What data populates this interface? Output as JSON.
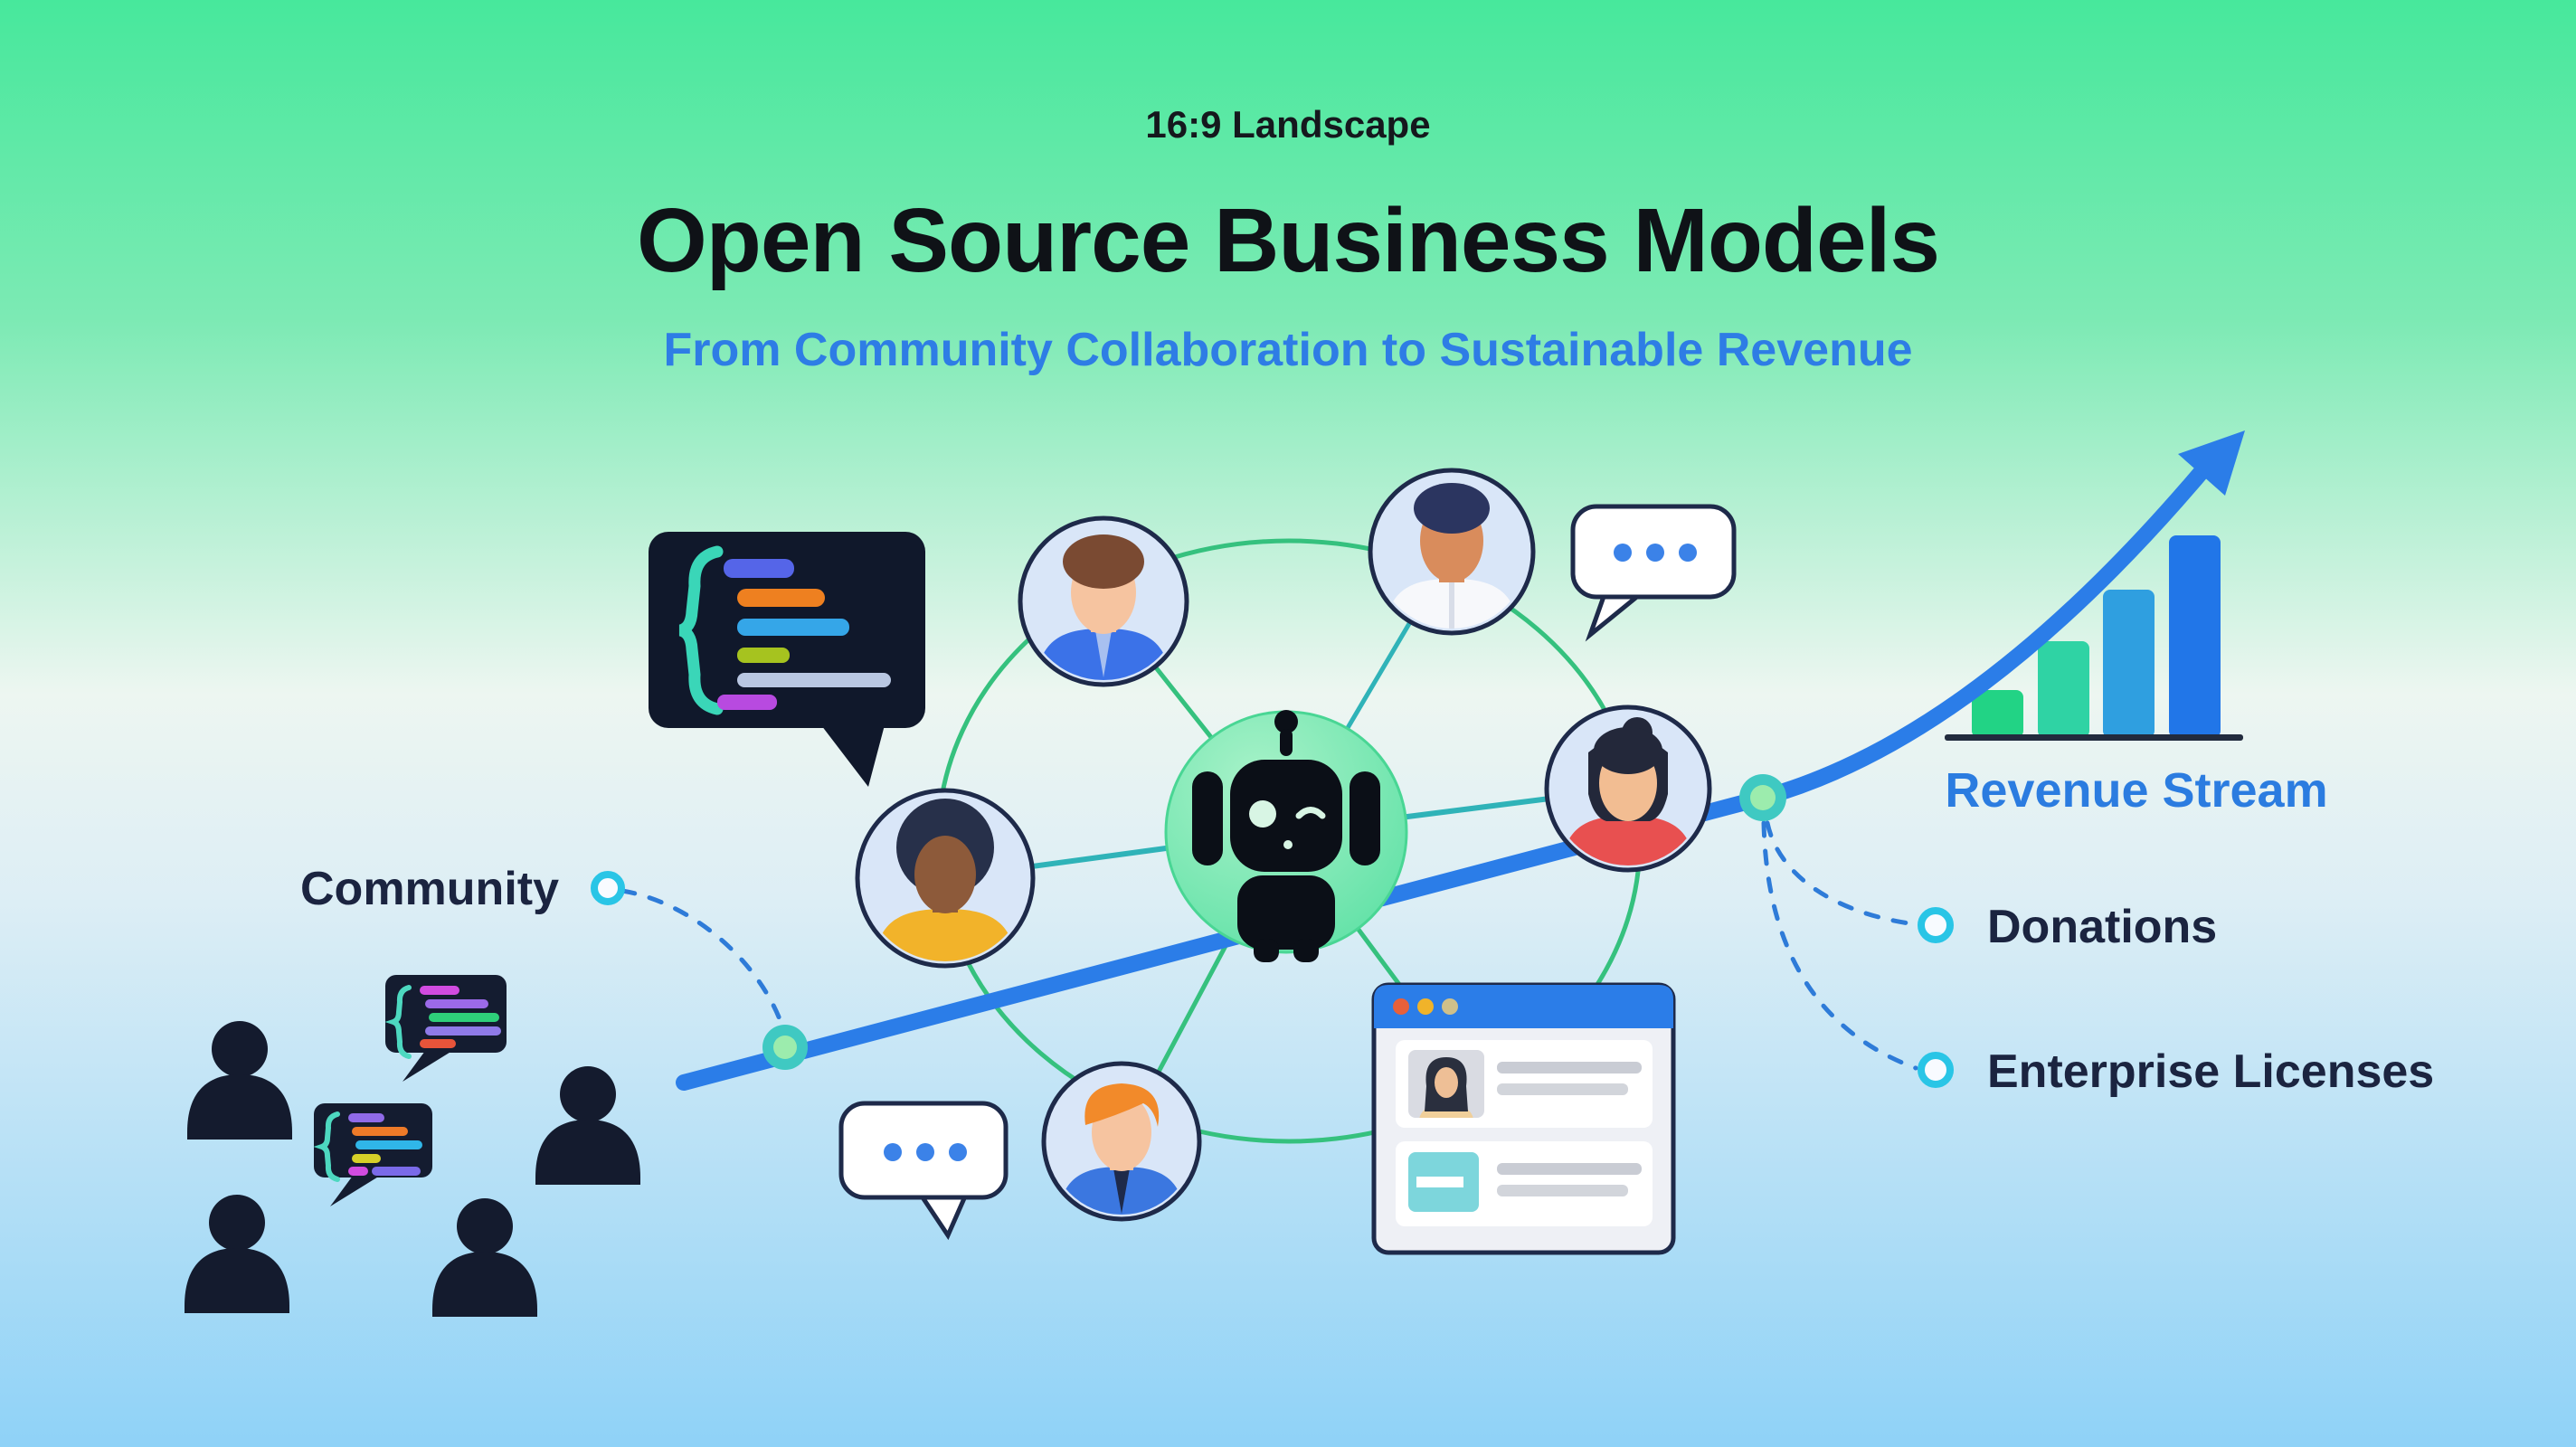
{
  "header": {
    "format_label": "16:9 Landscape",
    "title": "Open Source Business Models",
    "subtitle": "From Community Collaboration to Sustainable Revenue"
  },
  "labels": {
    "community": "Community",
    "revenue_stream": "Revenue Stream",
    "donations": "Donations",
    "enterprise_licenses": "Enterprise Licenses"
  },
  "colors": {
    "background_top": "#47e89c",
    "background_middle": "#edf6f1",
    "background_bottom": "#8fd2f7",
    "accent_blue": "#2b7de8",
    "subtitle_blue": "#2e7de5",
    "network_green": "#35c17e",
    "network_teal": "#2fb3b8",
    "node_ring_teal": "#3fc9c2",
    "node_center_green": "#9cecad",
    "callout_ring_cyan": "#29c5e6",
    "dark_navy": "#1b2440",
    "robot_circle_green": "#6fe5ab"
  },
  "chart_data": {
    "type": "bar",
    "title": "Revenue Stream",
    "categories": [
      "",
      "",
      "",
      ""
    ],
    "values": [
      25,
      50,
      77,
      105
    ],
    "colors": [
      "#22d385",
      "#2fd3a4",
      "#2f9fe0",
      "#2176e8"
    ],
    "xlabel": "",
    "ylabel": "",
    "axes_labeled": false,
    "legend": "none",
    "note": "unlabeled growth bars under a rising arrow; values are relative"
  }
}
